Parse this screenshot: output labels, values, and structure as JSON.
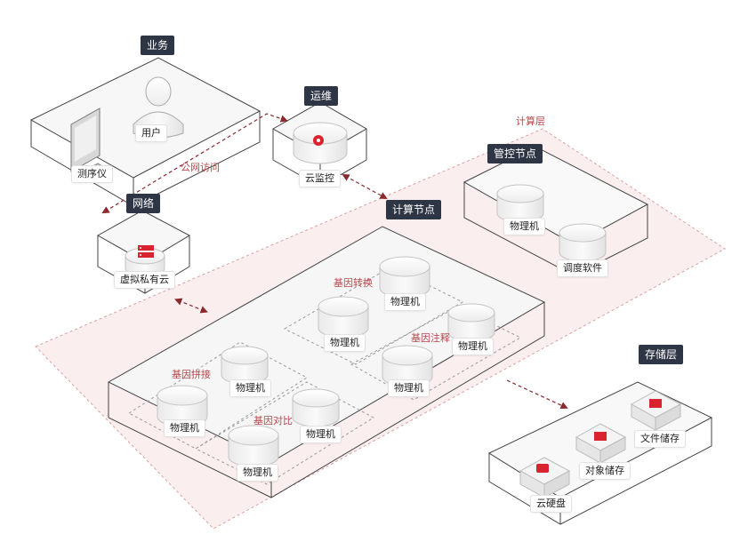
{
  "colors": {
    "accent": "#d9232e",
    "link": "#8a2a2e",
    "tag_bg": "#2e3544",
    "zone": "#fbecec"
  },
  "zones": {
    "business": "业务",
    "ops": "运维",
    "network": "网络",
    "compute_layer": "计算层",
    "control": "管控节点",
    "compute": "计算节点",
    "storage": "存储层"
  },
  "business": {
    "user": "用户",
    "sequencer": "测序仪"
  },
  "ops": {
    "monitor": "云监控"
  },
  "network": {
    "vpc": "虚拟私有云",
    "public_access": "公网访问"
  },
  "control": {
    "machine": "物理机",
    "scheduler": "调度软件"
  },
  "compute": {
    "groups": [
      "基因转换",
      "基因注释",
      "基因拼接",
      "基因对比"
    ],
    "machine": "物理机"
  },
  "storage": {
    "cloud_disk": "云硬盘",
    "object_storage": "对象储存",
    "file_storage": "文件储存"
  },
  "icons": {
    "gear": "gear-icon",
    "server": "server-icon",
    "folder": "folder-icon",
    "disk": "disk-icon",
    "user": "user-icon",
    "monitor": "monitor-icon"
  }
}
